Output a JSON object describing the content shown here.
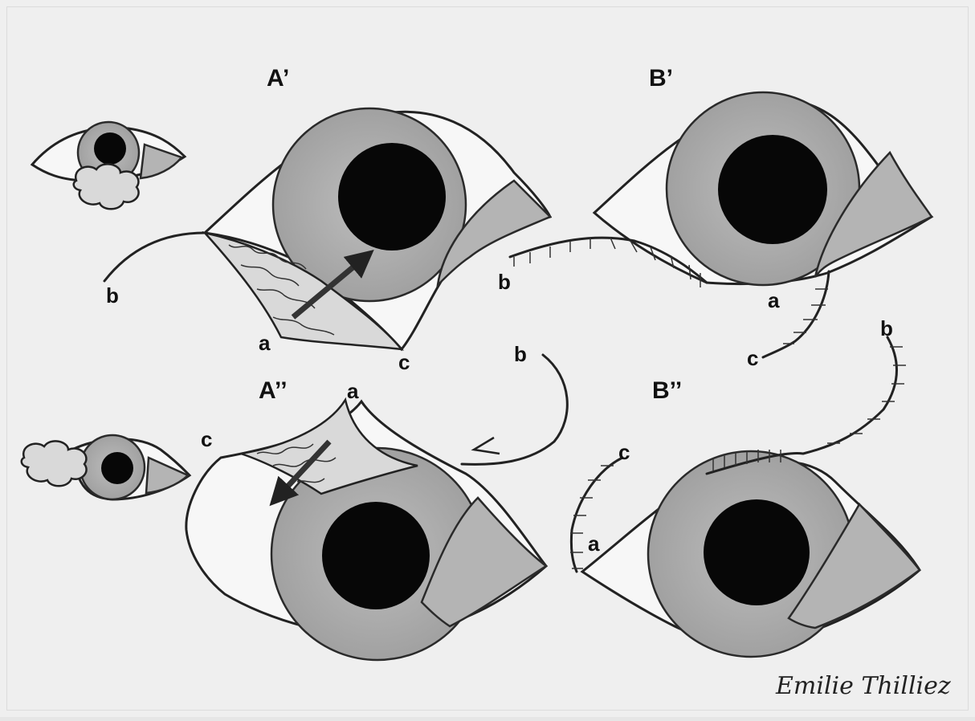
{
  "panels": {
    "top_left": "A’",
    "top_right": "B’",
    "bottom_left": "A’’",
    "bottom_right": "B’’"
  },
  "points": {
    "a": "a",
    "b": "b",
    "c": "c"
  },
  "signature": "Emilie Thilliez",
  "colors": {
    "paper": "#efefef",
    "iris": "#a9a9a9",
    "pupil": "#070707",
    "ink": "#222222"
  }
}
